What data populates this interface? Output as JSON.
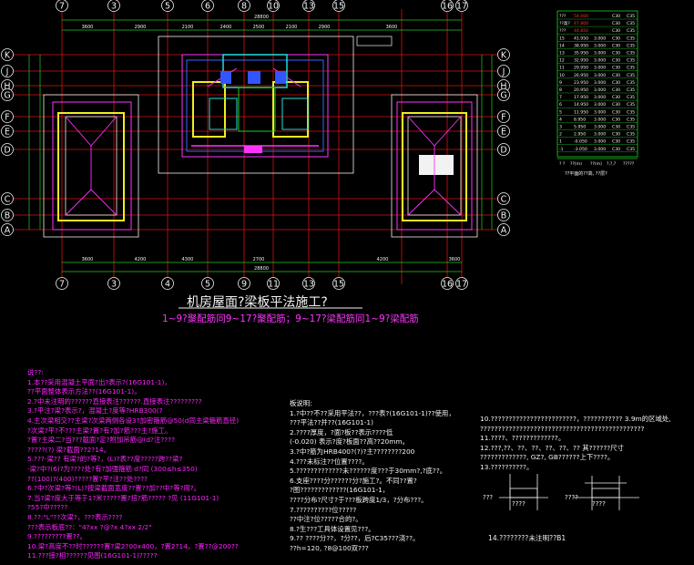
{
  "drawing": {
    "title": "机房屋面?梁板平法施工?",
    "subtitle": "1~9?聚配筋同9~17?聚配筋；9~17?梁配筋同1~9?梁配筋"
  },
  "grid": {
    "top_axes": [
      "7",
      "3",
      "5",
      "6",
      "8",
      "10",
      "13",
      "15",
      "16",
      "17"
    ],
    "bottom_axes": [
      "7",
      "3",
      "4",
      "5",
      "9",
      "11",
      "13",
      "15",
      "16",
      "17"
    ],
    "left_axes": [
      "K",
      "J",
      "H",
      "G",
      "F",
      "E",
      "D",
      "C",
      "B",
      "A"
    ],
    "right_axes": [
      "K",
      "J",
      "H",
      "G",
      "F",
      "E",
      "D",
      "C",
      "B",
      "A"
    ],
    "top_dims": [
      "3600",
      "2900",
      "2100",
      "2400",
      "2500",
      "2100",
      "2900",
      "3600"
    ],
    "bottom_dims": [
      "3600",
      "4200",
      "4300",
      "2700",
      "4200",
      "3600"
    ],
    "overall_dim": "28800"
  },
  "level_table": {
    "rows": [
      [
        "???",
        "54.000",
        "",
        "C30",
        "C35"
      ],
      [
        "??高?",
        "47.800",
        "",
        "C30",
        "C35"
      ],
      [
        "???",
        "44.850",
        "",
        "C30",
        "C35"
      ],
      [
        "15",
        "41.950",
        "3.000",
        "C30",
        "C35"
      ],
      [
        "14",
        "38.950",
        "3.000",
        "C30",
        "C35"
      ],
      [
        "13",
        "35.950",
        "3.000",
        "C30",
        "C35"
      ],
      [
        "12",
        "32.950",
        "3.000",
        "C30",
        "C35"
      ],
      [
        "11",
        "29.950",
        "3.000",
        "C30",
        "C35"
      ],
      [
        "10",
        "26.950",
        "3.000",
        "C30",
        "C35"
      ],
      [
        "9",
        "23.950",
        "3.000",
        "C30",
        "C35"
      ],
      [
        "8",
        "20.950",
        "3.000",
        "C30",
        "C35"
      ],
      [
        "7",
        "17.950",
        "3.000",
        "C30",
        "C35"
      ],
      [
        "6",
        "14.950",
        "3.000",
        "C30",
        "C35"
      ],
      [
        "5",
        "11.950",
        "3.000",
        "C30",
        "C35"
      ],
      [
        "4",
        "8.950",
        "3.000",
        "C30",
        "C35"
      ],
      [
        "3",
        "5.950",
        "3.000",
        "C30",
        "C35"
      ],
      [
        "2",
        "2.950",
        "3.000",
        "C30",
        "C35"
      ],
      [
        "1",
        "-0.050",
        "3.000",
        "C30",
        "C35"
      ],
      [
        "-1",
        "-3.050",
        "3.000",
        "C30",
        "C35"
      ]
    ],
    "header": [
      "? ?",
      "??(m)",
      "??(m)",
      "?,?,?",
      "?????"
    ],
    "caption": "??平面的??高, ??层?"
  },
  "notes_left": {
    "heading": "说??:",
    "lines": [
      "1.本??采用混凝土平面?出?表示?(16G101-1)，",
      "   ??平面整体表示方法??(16G101-1)。",
      "2.?中未注明的??????直接表注??????.直接表注?????????",
      "3.?平注?梁?表示?，混凝土?度等?HRB300(?",
      "4.主次梁相交??主梁?次梁两侧各设3?加密箍筋@50(d同主梁箍筋直径)",
      "   ?次梁?平?不???主梁?置?有?加?筋???主?施工。",
      "   ?置?主梁二?当???截面?定?附加吊筋@(d?注????",
      "   ?????(?) 梁?截面??2?14。",
      "5.???-梁?? 有梁?的?等?，(L)?表??度?????跨??梁?",
      "   -梁?中?(6)?为????处?有?加强箍筋 d?同 (300≤h≤350)",
      "   ??(100)?(400)?????置?平?注??处????",
      "6.?中?次梁?等?(L)?按梁截面宽度??置??加??中?等?用?。",
      "7.当?梁?度大于等于1?米?????置?扭?筋????? ?见 (11G101-1)",
      "   ?55?中?????",
      "8.??:\"L\"??次梁?，???表示????",
      "   ???表示板底??：\"4?xx ?@?x  4?xx  2/2\"",
      "9.?????????置??。",
      "10.梁?高度不??时??????置?梁2?00x400，?置2?14。?置??@200??",
      "11.???接?相??????见图(16G101-1)?????"
    ]
  },
  "notes_mid": {
    "heading": "板说明:",
    "lines": [
      "1.?中??不??采用平法??，???表?(16G101-1)??使用，",
      "   ???平法??并??(16G101-1)",
      "2.????厚度，?面?板??表示????低",
      "   (-0.020)  表示?度?板面??高??20mm。",
      "3.?中?筋为HRB400?(?)?主????????200",
      "4.???未标注??位置????。",
      "5.?????????????未??????度???于30mm?,?底??。",
      "6.支座????分??????分?施工?。不同??置?",
      "   ?图?????????????(16G101-1，",
      "   ????分布?尺寸?于???板跨度1/3，?分布???。",
      "7.??????????位?????",
      "   ??中注?位?????合的?。",
      "8.?生???工具体设置见???。",
      "9.??         ????分??，?分??，后?C35???浇??。",
      "   ??h=120, ?8@100双???"
    ]
  },
  "notes_right": {
    "lines": [
      "10.????????????????????????，??????????? 3.9m的区域处,",
      "    ??????????????????????????????????????????????",
      "11.????、?????????????。",
      "12.???,??、??、??、??、??、?? 其??????尺寸",
      "    ?????????????, GZ?, GB??????上下????。",
      "13.??????????。"
    ],
    "detail_labels": [
      "????",
      "???",
      "????",
      "????"
    ],
    "bottom_note": "14.????????未注明??B1"
  }
}
